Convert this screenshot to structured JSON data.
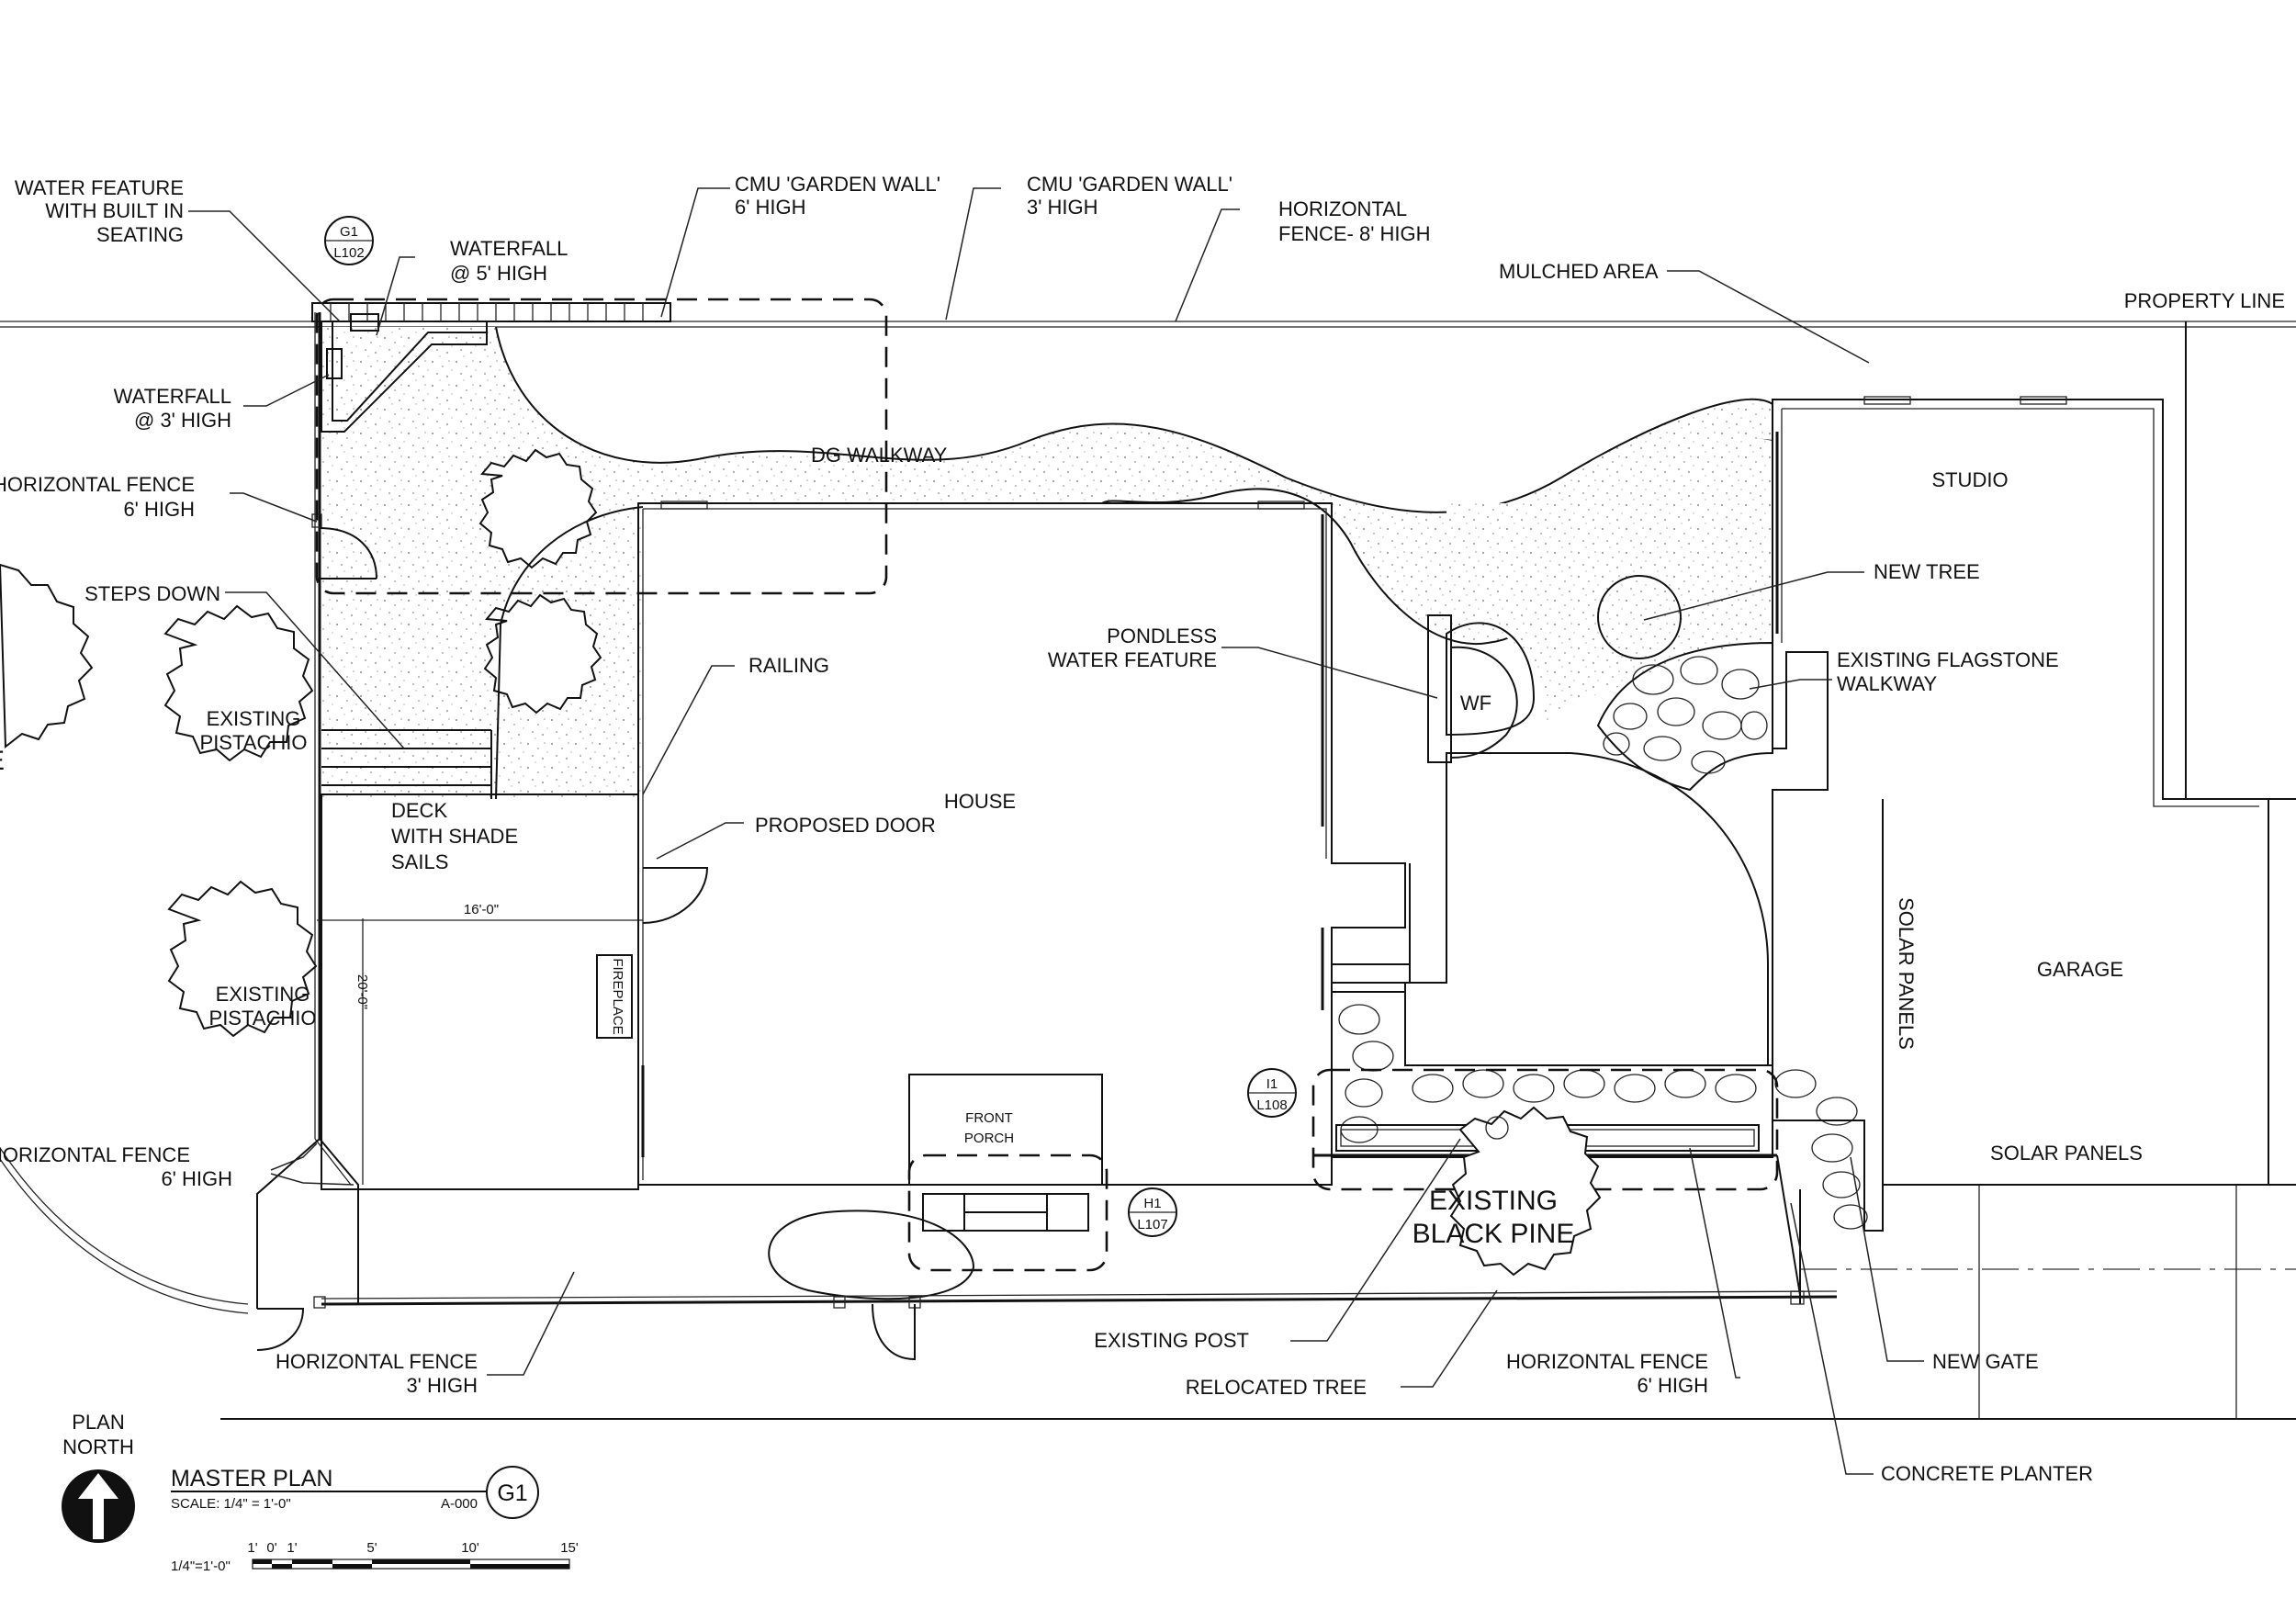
{
  "labels": {
    "water_feature": [
      "WATER FEATURE",
      "WITH BUILT IN",
      "SEATING"
    ],
    "cmu_wall_6": [
      "CMU 'GARDEN WALL'",
      "6' HIGH"
    ],
    "cmu_wall_3": [
      "CMU 'GARDEN WALL'",
      "3' HIGH"
    ],
    "horizontal_fence_8": [
      "HORIZONTAL",
      "FENCE- 8' HIGH"
    ],
    "waterfall_5": [
      "WATERFALL",
      "@ 5' HIGH"
    ],
    "mulched_area": "MULCHED AREA",
    "property_line": "PROPERTY LINE",
    "waterfall_3": [
      "WATERFALL",
      "@ 3' HIGH"
    ],
    "dg_walkway": "DG WALKWAY",
    "horizontal_fence_6_top": [
      "HORIZONTAL FENCE",
      "6' HIGH"
    ],
    "studio": "STUDIO",
    "new_tree": "NEW TREE",
    "steps_down": "STEPS DOWN",
    "pondless": [
      "PONDLESS",
      "WATER FEATURE"
    ],
    "railing": "RAILING",
    "wf": "WF",
    "existing_flagstone": [
      "EXISTING FLAGSTONE",
      "WALKWAY"
    ],
    "existing_pistachio_1": [
      "EXISTING",
      "PISTACHIO"
    ],
    "house": "HOUSE",
    "deck": [
      "DECK",
      "WITH SHADE",
      "SAILS"
    ],
    "proposed_door": "PROPOSED DOOR",
    "dim_16": "16'-0\"",
    "dim_20": "20'-0\"",
    "existing_pistachio_2": [
      "EXISTING",
      "PISTACHIO"
    ],
    "fireplace": "FIREPLACE",
    "solar_panels_v": "SOLAR PANELS",
    "garage": "GARAGE",
    "front_porch": [
      "FRONT",
      "PORCH"
    ],
    "horizontal_fence_6_left": [
      "HORIZONTAL FENCE",
      "6' HIGH"
    ],
    "solar_panels_h": "SOLAR PANELS",
    "existing_black_pine": [
      "EXISTING",
      "BLACK PINE"
    ],
    "existing_post": "EXISTING POST",
    "relocated_tree": "RELOCATED TREE",
    "horizontal_fence_6_bottom": [
      "HORIZONTAL FENCE",
      "6' HIGH"
    ],
    "new_gate": "NEW GATE",
    "horizontal_fence_3": [
      "HORIZONTAL FENCE",
      "3' HIGH"
    ],
    "concrete_planter": "CONCRETE PLANTER",
    "plan_north": [
      "PLAN",
      "NORTH"
    ],
    "title": "MASTER PLAN",
    "scale": "SCALE: 1/4\" = 1'-0\"",
    "sheet": "A-000",
    "ghost_letter": "E"
  },
  "callouts": {
    "g1_top": [
      "G1",
      "L102"
    ],
    "i1": [
      "I1",
      "L108"
    ],
    "h1": [
      "H1",
      "L107"
    ],
    "g1_title": "G1"
  },
  "scale_bar": {
    "ticks": [
      "1'",
      "0'",
      "1'",
      "5'",
      "10'",
      "15'"
    ],
    "ratio": "1/4\"=1'-0\""
  }
}
